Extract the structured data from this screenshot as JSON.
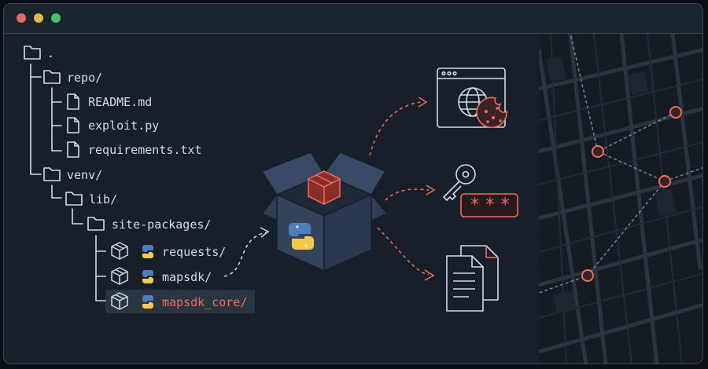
{
  "window": {
    "traffic_lights": [
      "#e06c5e",
      "#e5b84a",
      "#4fbf6a"
    ]
  },
  "tree": {
    "root": ".",
    "repo": "repo/",
    "readme": "README.md",
    "exploit": "exploit.py",
    "requirements": "requirements.txt",
    "venv": "venv/",
    "lib": "lib/",
    "site_packages": "site-packages/",
    "requests": "requests/",
    "mapsdk": "mapsdk/",
    "mapsdk_core": "mapsdk_core/"
  },
  "targets": {
    "password_mask": "***"
  },
  "colors": {
    "accent": "#ef6b5e",
    "text": "#d4dbe3",
    "panel": "#17202a",
    "box": "#34425a",
    "python_blue": "#4b7dbf",
    "python_yellow": "#f2c94c"
  },
  "icons": [
    "folder-icon",
    "file-icon",
    "package-icon",
    "python-icon",
    "open-box-icon",
    "browser-globe-icon",
    "cookie-icon",
    "key-icon",
    "password-field-icon",
    "documents-icon",
    "map-icon"
  ]
}
